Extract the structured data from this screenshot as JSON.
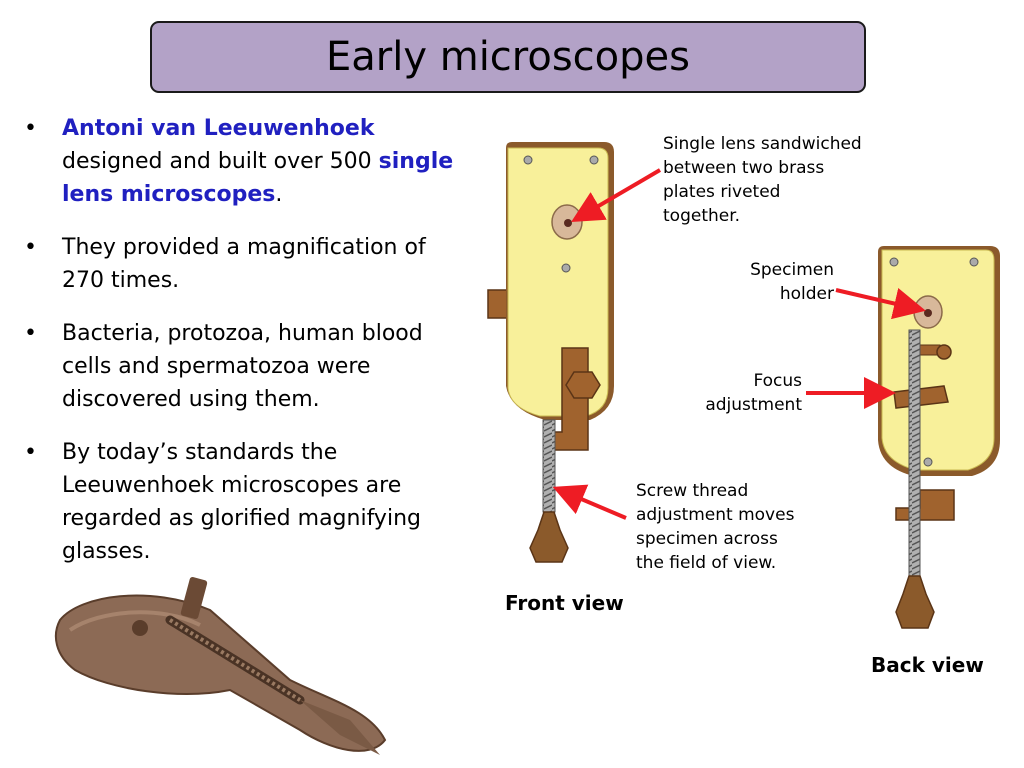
{
  "title": "Early microscopes",
  "colors": {
    "title_bg": "#b3a2c7",
    "highlight": "#2020c0",
    "arrow": "#ee1c24",
    "plate": "#f8f09a",
    "bronze": "#8b5a2b"
  },
  "bullets": [
    {
      "parts": [
        "Antoni van Leeuwenhoek",
        " designed and built over 500 ",
        "single lens microscopes",
        "."
      ]
    },
    {
      "text": "They provided a magnification of 270 times."
    },
    {
      "text": "Bacteria, protozoa, human blood cells and spermatozoa were discovered using them."
    },
    {
      "text": "By today’s standards the Leeuwenhoek microscopes are regarded as glorified magnifying glasses."
    }
  ],
  "annotations": {
    "lens": [
      "Single lens sandwiched",
      "between two brass",
      "plates riveted",
      "together."
    ],
    "specimen": [
      "Specimen",
      "holder"
    ],
    "focus": [
      "Focus",
      "adjustment"
    ],
    "screw": [
      "Screw thread",
      "adjustment moves",
      "specimen across",
      "the field of view."
    ]
  },
  "views": {
    "front": "Front view",
    "back": "Back view"
  }
}
